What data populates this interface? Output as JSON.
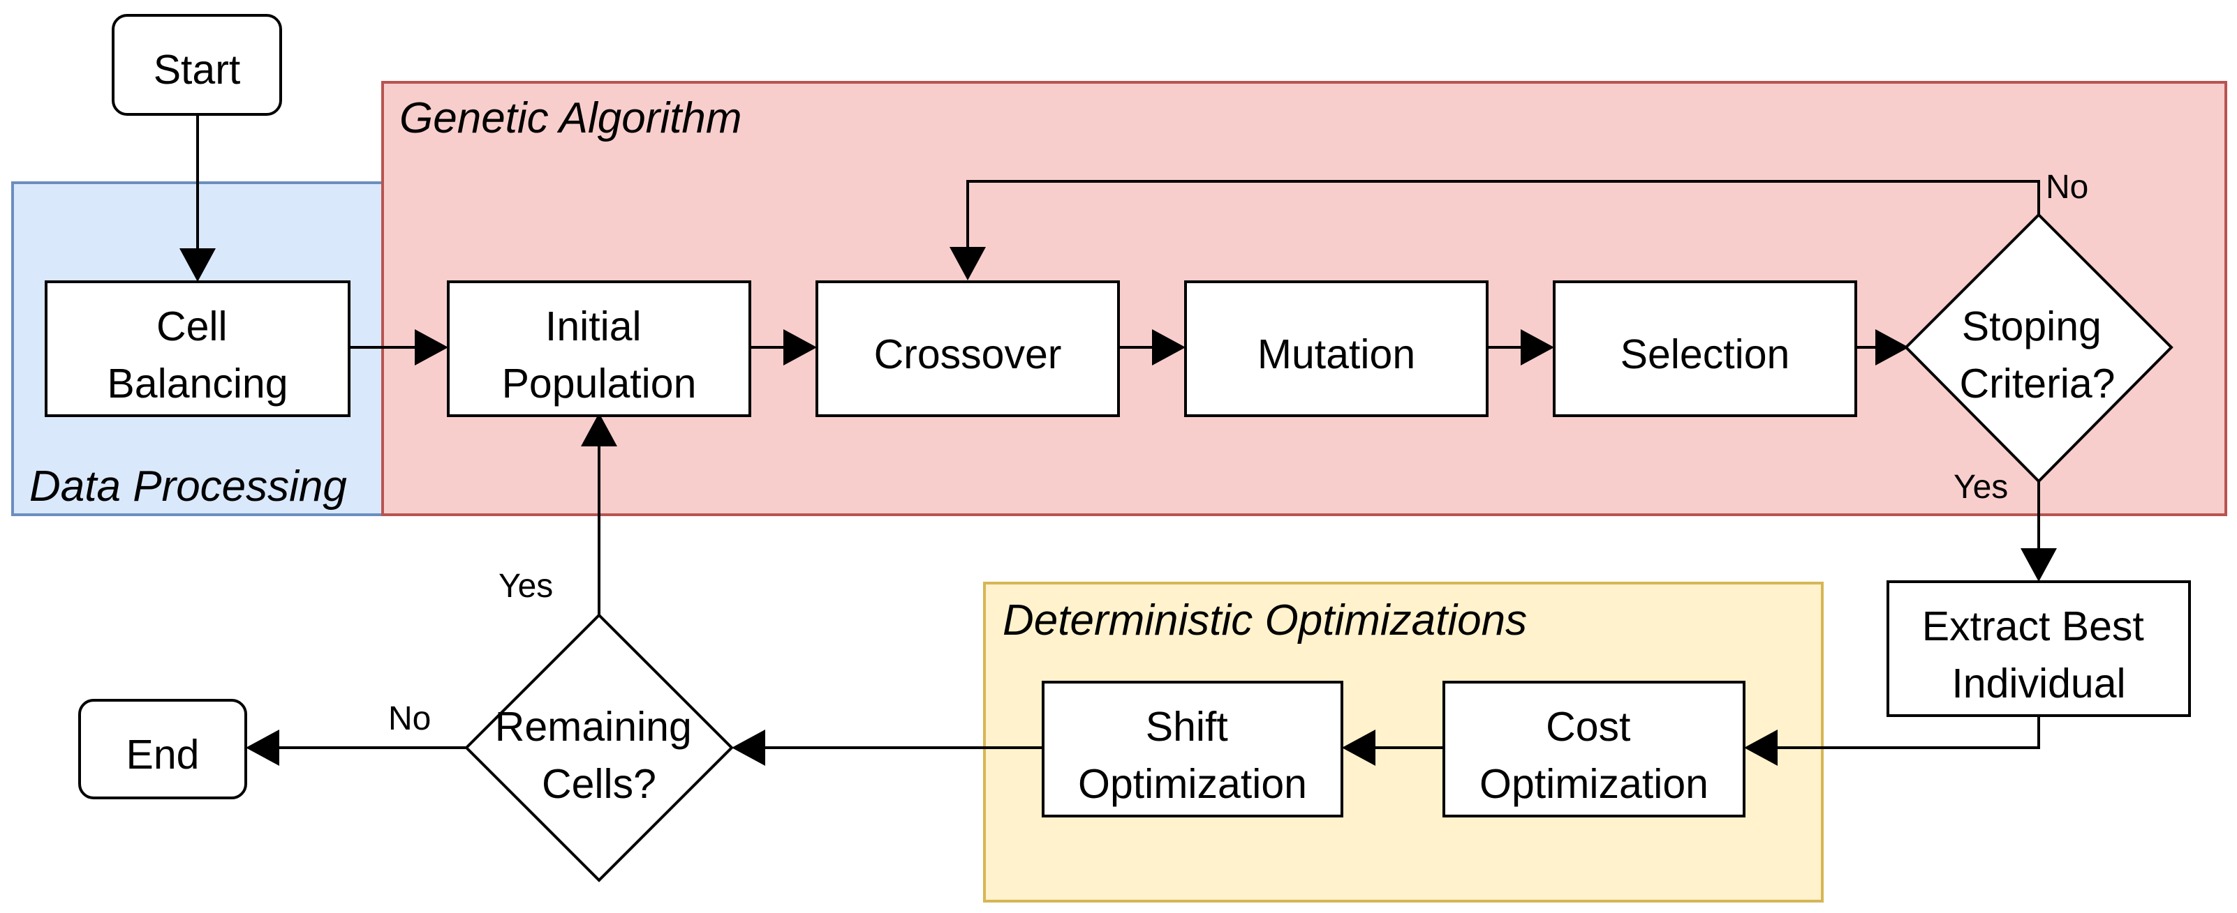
{
  "groups": {
    "data_processing": {
      "label": "Data Processing",
      "fill": "#dae8fc",
      "stroke": "#6c8ebf"
    },
    "genetic_algorithm": {
      "label": "Genetic Algorithm",
      "fill": "#f8cecc",
      "stroke": "#b85450"
    },
    "deterministic_optimizations": {
      "label": "Deterministic Optimizations",
      "fill": "#fff2cc",
      "stroke": "#d6b656"
    }
  },
  "nodes": {
    "start": "Start",
    "cell_balancing": [
      "Cell",
      "Balancing"
    ],
    "initial_population": [
      "Initial",
      "Population"
    ],
    "crossover": "Crossover",
    "mutation": "Mutation",
    "selection": "Selection",
    "stopping_criteria": [
      "Stoping",
      "Criteria?"
    ],
    "extract_best": [
      "Extract Best",
      "Individual"
    ],
    "cost_optimization": [
      "Cost",
      "Optimization"
    ],
    "shift_optimization": [
      "Shift",
      "Optimization"
    ],
    "remaining_cells": [
      "Remaining",
      "Cells?"
    ],
    "end": "End"
  },
  "edge_labels": {
    "stop_no": "No",
    "stop_yes": "Yes",
    "remaining_yes": "Yes",
    "remaining_no": "No"
  }
}
